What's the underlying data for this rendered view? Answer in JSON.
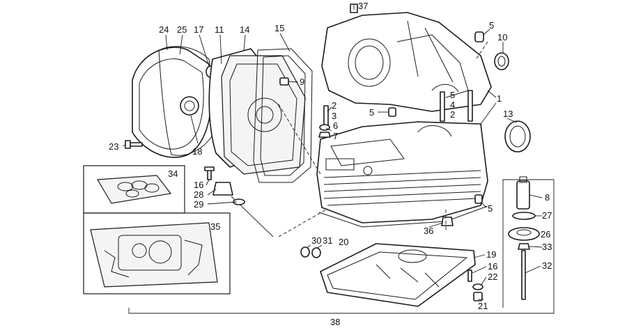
{
  "callouts": [
    {
      "id": "c37",
      "text": "37"
    },
    {
      "id": "c24",
      "text": "24"
    },
    {
      "id": "c25",
      "text": "25"
    },
    {
      "id": "c17",
      "text": "17"
    },
    {
      "id": "c11",
      "text": "11"
    },
    {
      "id": "c14",
      "text": "14"
    },
    {
      "id": "c15",
      "text": "15"
    },
    {
      "id": "c5a",
      "text": "5"
    },
    {
      "id": "c10",
      "text": "10"
    },
    {
      "id": "c9",
      "text": "9"
    },
    {
      "id": "c5b",
      "text": "5"
    },
    {
      "id": "c1",
      "text": "1"
    },
    {
      "id": "c4a",
      "text": "4"
    },
    {
      "id": "c2a",
      "text": "2"
    },
    {
      "id": "c2b",
      "text": "2"
    },
    {
      "id": "c3",
      "text": "3"
    },
    {
      "id": "c5c",
      "text": "5"
    },
    {
      "id": "c6",
      "text": "6"
    },
    {
      "id": "c7",
      "text": "7"
    },
    {
      "id": "c13",
      "text": "13"
    },
    {
      "id": "c23",
      "text": "23"
    },
    {
      "id": "c18",
      "text": "18"
    },
    {
      "id": "c34",
      "text": "34"
    },
    {
      "id": "c16a",
      "text": "16"
    },
    {
      "id": "c28",
      "text": "28"
    },
    {
      "id": "c29",
      "text": "29"
    },
    {
      "id": "c8",
      "text": "8"
    },
    {
      "id": "c5d",
      "text": "5"
    },
    {
      "id": "c27",
      "text": "27"
    },
    {
      "id": "c35",
      "text": "35"
    },
    {
      "id": "c36",
      "text": "36"
    },
    {
      "id": "c26",
      "text": "26"
    },
    {
      "id": "c30",
      "text": "30"
    },
    {
      "id": "c31",
      "text": "31"
    },
    {
      "id": "c20",
      "text": "20"
    },
    {
      "id": "c33",
      "text": "33"
    },
    {
      "id": "c19",
      "text": "19"
    },
    {
      "id": "c32",
      "text": "32"
    },
    {
      "id": "c16b",
      "text": "16"
    },
    {
      "id": "c22",
      "text": "22"
    },
    {
      "id": "c21",
      "text": "21"
    },
    {
      "id": "c38",
      "text": "38"
    }
  ]
}
